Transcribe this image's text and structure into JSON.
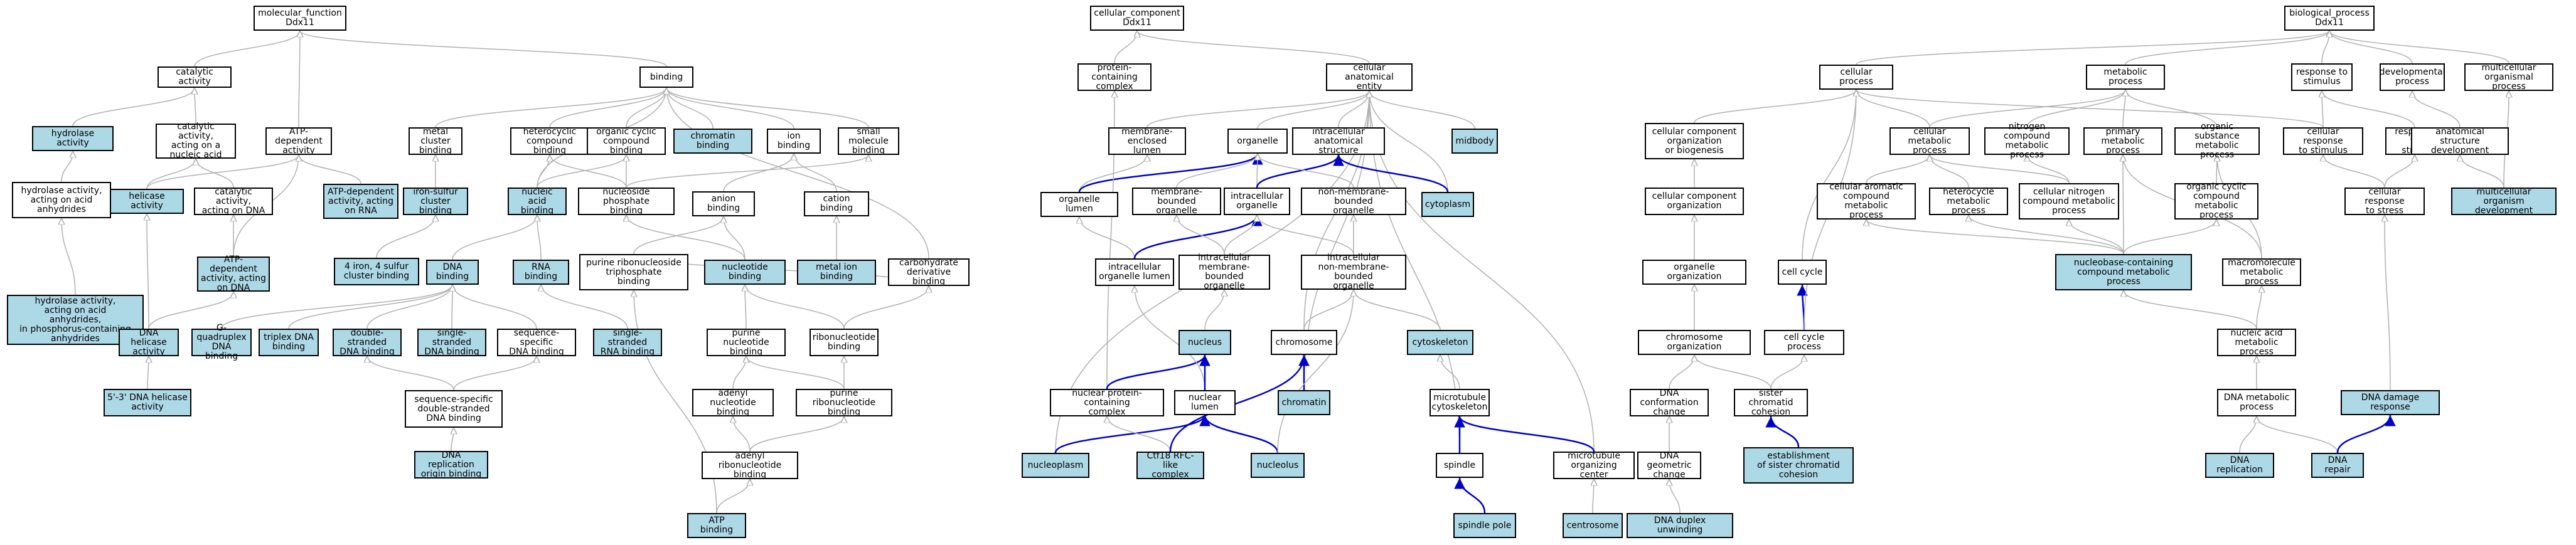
{
  "colors": {
    "highlight_fill": "#add8e6",
    "plain_fill": "#ffffff",
    "gray_edge": "#b0b0b0",
    "blue_edge": "#0000cd",
    "border": "#000000"
  },
  "nodes": {
    "mf_root": "molecular_function\nDdx11",
    "catalytic": "catalytic activity",
    "binding": "binding",
    "hydrolase": "hydrolase activity",
    "cat_nucleic": "catalytic activity,\nacting on a\nnucleic acid",
    "atp_dep": "ATP-dependent\nactivity",
    "metal_cluster": "metal cluster\nbinding",
    "heterocyclic": "heterocyclic\ncompound binding",
    "organic_cyclic": "organic cyclic\ncompound binding",
    "chromatin_binding": "chromatin binding",
    "ion_binding": "ion binding",
    "small_mol": "small molecule\nbinding",
    "hydrolase_anhyd": "hydrolase activity,\nacting on acid\nanhydrides",
    "helicase": "helicase activity",
    "cat_dna": "catalytic activity,\nacting on DNA",
    "atp_dep_rna": "ATP-dependent\nactivity, acting\non RNA",
    "iron_sulfur": "iron-sulfur\ncluster binding",
    "nucleic_acid_binding": "nucleic acid\nbinding",
    "nucleoside_phos": "nucleoside phosphate\nbinding",
    "anion": "anion binding",
    "cation": "cation binding",
    "hydrolase_phos": "hydrolase activity,\nacting on acid\nanhydrides,\nin phosphorus-containing\nanhydrides",
    "atp_dep_dna": "ATP-dependent\nactivity, acting\non DNA",
    "fe4s4": "4 iron, 4 sulfur\ncluster binding",
    "dna_binding": "DNA binding",
    "rna_binding": "RNA binding",
    "purine_rnt": "purine ribonucleoside\ntriphosphate\nbinding",
    "nucleotide_binding": "nucleotide binding",
    "metal_ion": "metal ion binding",
    "carbohydrate": "carbohydrate\nderivative binding",
    "dna_helicase": "DNA helicase\nactivity",
    "g4": "G-quadruplex\nDNA binding",
    "triplex": "triplex DNA\nbinding",
    "ds_dna": "double-stranded\nDNA binding",
    "ss_dna": "single-stranded\nDNA binding",
    "seq_specific": "sequence-specific\nDNA binding",
    "ss_rna": "single-stranded\nRNA binding",
    "purine_nt": "purine nucleotide\nbinding",
    "ribonucleotide": "ribonucleotide\nbinding",
    "dna_helicase_53": "5'-3' DNA helicase\nactivity",
    "seq_ds": "sequence-specific\ndouble-stranded\nDNA binding",
    "adenyl_nt": "adenyl nucleotide\nbinding",
    "purine_ribo": "purine ribonucleotide\nbinding",
    "dna_rep_origin": "DNA replication\norigin binding",
    "adenyl_ribo": "adenyl ribonucleotide\nbinding",
    "atp_binding": "ATP binding",
    "cc_root": "cellular_component\nDdx11",
    "protein_complex": "protein-containing\ncomplex",
    "cae": "cellular anatomical\nentity",
    "membrane_lumen": "membrane-enclosed\nlumen",
    "organelle": "organelle",
    "intracellular_as": "intracellular\nanatomical structure",
    "midbody": "midbody",
    "organelle_lumen": "organelle lumen",
    "membrane_bounded": "membrane-bounded\norganelle",
    "intracellular_org": "intracellular\norganelle",
    "non_membrane": "non-membrane-bounded\norganelle",
    "cytoplasm": "cytoplasm",
    "intra_org_lumen": "intracellular\norganelle lumen",
    "intra_membrane_org": "intracellular\nmembrane-bounded\norganelle",
    "intra_non_membrane": "intracellular\nnon-membrane-bounded\norganelle",
    "nucleus": "nucleus",
    "chromosome": "chromosome",
    "cytoskeleton": "cytoskeleton",
    "nuclear_complex": "nuclear protein-containing\ncomplex",
    "nuclear_lumen": "nuclear lumen",
    "chromatin": "chromatin",
    "mt_cytoskeleton": "microtubule\ncytoskeleton",
    "spindle": "spindle",
    "mtoc": "microtubule\norganizing center",
    "nucleoplasm": "nucleoplasm",
    "ctf18": "Ctf18 RFC-like\ncomplex",
    "nucleolus": "nucleolus",
    "spindle_pole": "spindle pole",
    "centrosome": "centrosome",
    "bp_root": "biological_process\nDdx11",
    "cellular_process": "cellular process",
    "metabolic_process": "metabolic process",
    "response_stimulus": "response to\nstimulus",
    "developmental": "developmental\nprocess",
    "multicellular_org": "multicellular\norganismal process",
    "cc_org_biogenesis": "cellular component\norganization\nor biogenesis",
    "cellular_metabolic": "cellular metabolic\nprocess",
    "nitrogen_compound": "nitrogen compound\nmetabolic process",
    "primary_metabolic": "primary metabolic\nprocess",
    "organic_substance": "organic substance\nmetabolic process",
    "cellular_response": "cellular response\nto stimulus",
    "response_stress": "response to\nstress",
    "anatomical": "anatomical structure\ndevelopment",
    "cc_organization": "cellular component\norganization",
    "cell_aromatic": "cellular aromatic\ncompound metabolic\nprocess",
    "heterocycle": "heterocycle\nmetabolic process",
    "cell_nitrogen": "cellular nitrogen\ncompound metabolic\nprocess",
    "organic_cyclic_met": "organic cyclic\ncompound metabolic\nprocess",
    "cell_response_stress": "cellular response\nto stress",
    "multicellular_dev": "multicellular\norganism development",
    "organelle_org": "organelle organization",
    "cell_cycle": "cell cycle",
    "nucleobase": "nucleobase-containing\ncompound metabolic\nprocess",
    "macromolecule": "macromolecule\nmetabolic process",
    "chromosome_org": "chromosome organization",
    "cell_cycle_process": "cell cycle process",
    "nucleic_acid_met": "nucleic acid\nmetabolic process",
    "dna_conformation": "DNA conformation\nchange",
    "sister_cohesion": "sister chromatid\ncohesion",
    "dna_metabolic": "DNA metabolic\nprocess",
    "dna_damage": "DNA damage response",
    "dna_geometric": "DNA geometric\nchange",
    "establishment": "establishment\nof sister chromatid\ncohesion",
    "dna_replication": "DNA replication",
    "dna_repair": "DNA repair",
    "dna_duplex": "DNA duplex unwinding"
  }
}
